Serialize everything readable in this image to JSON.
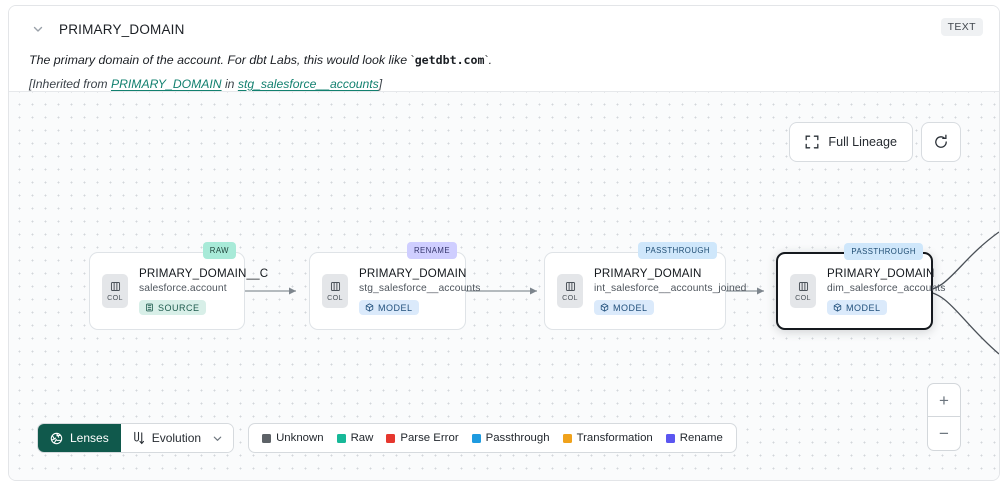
{
  "header": {
    "chevron_icon": "chevron-down-icon",
    "title": "PRIMARY_DOMAIN",
    "type_badge": "TEXT",
    "description_prefix": "The primary domain of the account. For dbt Labs, this would look like ",
    "description_code": "getdbt.com",
    "description_suffix": ".",
    "inherited_prefix": "[Inherited from ",
    "inherited_link1": "PRIMARY_DOMAIN",
    "inherited_mid": " in ",
    "inherited_link2": "stg_salesforce__accounts",
    "inherited_suffix": "]"
  },
  "canvas": {
    "full_lineage_label": "Full Lineage",
    "full_lineage_icon": "expand-icon",
    "refresh_icon": "refresh-icon",
    "zoom_in_label": "+",
    "zoom_out_label": "−"
  },
  "nodes": [
    {
      "lens": "RAW",
      "lens_style": "raw",
      "chip_label": "COL",
      "chip_icon": "column-icon",
      "title": "PRIMARY_DOMAIN__C",
      "subtitle": "salesforce.account",
      "kind": "SOURCE",
      "kind_style": "source",
      "kind_icon": "database-icon",
      "selected": false
    },
    {
      "lens": "RENAME",
      "lens_style": "rename",
      "chip_label": "COL",
      "chip_icon": "column-icon",
      "title": "PRIMARY_DOMAIN",
      "subtitle": "stg_salesforce__accounts",
      "kind": "MODEL",
      "kind_style": "model",
      "kind_icon": "cube-icon",
      "selected": false
    },
    {
      "lens": "PASSTHROUGH",
      "lens_style": "passthrough",
      "chip_label": "COL",
      "chip_icon": "column-icon",
      "title": "PRIMARY_DOMAIN",
      "subtitle": "int_salesforce__accounts_joined",
      "kind": "MODEL",
      "kind_style": "model",
      "kind_icon": "cube-icon",
      "selected": false
    },
    {
      "lens": "PASSTHROUGH",
      "lens_style": "passthrough",
      "chip_label": "COL",
      "chip_icon": "column-icon",
      "title": "PRIMARY_DOMAIN",
      "subtitle": "dim_salesforce_accounts",
      "kind": "MODEL",
      "kind_style": "model",
      "kind_icon": "cube-icon",
      "selected": true
    }
  ],
  "toolbar": {
    "lenses_label": "Lenses",
    "lenses_icon": "aperture-icon",
    "evolution_label": "Evolution",
    "evolution_icon": "evolution-icon",
    "caret_icon": "chevron-down-icon"
  },
  "legend": [
    {
      "label": "Unknown",
      "color": "#5d6267"
    },
    {
      "label": "Raw",
      "color": "#17b898"
    },
    {
      "label": "Parse Error",
      "color": "#e6372e"
    },
    {
      "label": "Passthrough",
      "color": "#1e9be0"
    },
    {
      "label": "Transformation",
      "color": "#f0a21b"
    },
    {
      "label": "Rename",
      "color": "#5b56f0"
    }
  ]
}
